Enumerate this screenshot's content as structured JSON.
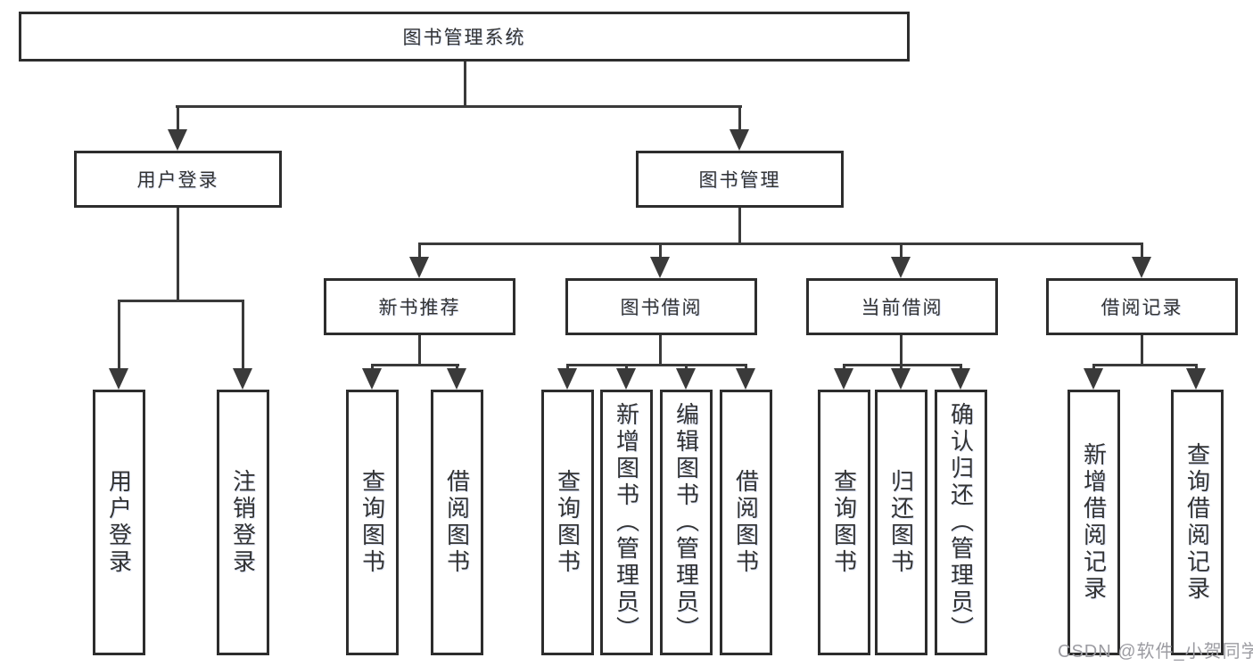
{
  "diagram": {
    "root": "图书管理系统",
    "login": "用户登录",
    "management": "图书管理",
    "login_children": [
      "用户登录",
      "注销登录"
    ],
    "management_children": [
      "新书推荐",
      "图书借阅",
      "当前借阅",
      "借阅记录"
    ],
    "new_book_children": [
      "查询图书",
      "借阅图书"
    ],
    "book_borrow_children": [
      "查询图书",
      "新增图书（管理员）",
      "编辑图书（管理员）",
      "借阅图书"
    ],
    "current_borrow_children": [
      "查询图书",
      "归还图书",
      "确认归还（管理员）"
    ],
    "borrow_record_children": [
      "新增借阅记录",
      "查询借阅记录"
    ]
  },
  "watermark": "CSDN @软件_小贺同学",
  "colors": {
    "background": "#ffffff",
    "box_border": "#2d2d2d",
    "connector": "#3a3a3a",
    "text": "#333333",
    "watermark_text": "#9c9ca2"
  }
}
